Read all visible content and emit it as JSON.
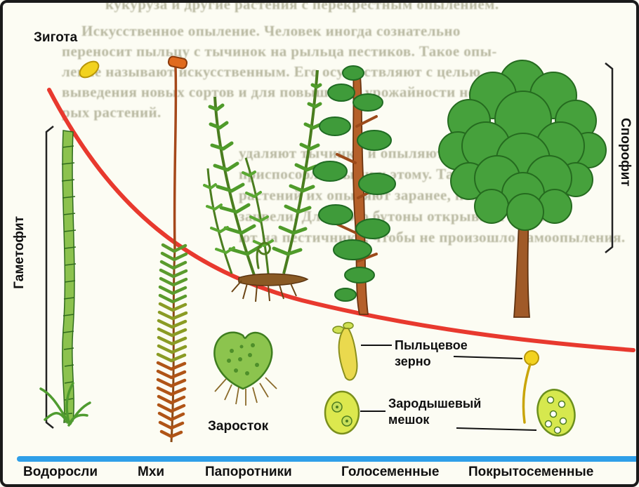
{
  "figure": {
    "zygote_label": "Зигота",
    "gametophyte_label": "Гаметофит",
    "sporophyte_label": "Спорофит",
    "prothallus_label": "Заросток",
    "pollen_label_line1": "Пыльцевое",
    "pollen_label_line2": "зерно",
    "embryo_label_line1": "Зародышевый",
    "embryo_label_line2": "мешок",
    "groups": [
      "Водоросли",
      "Мхи",
      "Папоротники",
      "Голосеменные",
      "Покрытосеменные"
    ],
    "colors": {
      "curve": "#e8392e",
      "baseline": "#2f9fe8",
      "plant_green": "#46a13c",
      "zygote_yellow": "#f2d21f"
    }
  },
  "background_text": {
    "l1": "кукуруза и другие растения с перекрёстным опылением.",
    "l2": "Искусственное опыление. Человек иногда сознательно",
    "l3": "переносит пыльцу с тычинок на рыльца пестиков. Такое опы-",
    "l4": "ление называют искусственным. Его осуществляют с целью",
    "l5": "выведения новых сортов и для повышения урожайности некото-",
    "l6": "рых растений.",
    "m1": "удаляют тычинки и опыляют рыльца пестиков или",
    "m2": "приспособленными к этому. Также У некоторых",
    "m3": "растений их опыляют заранее, пока они не",
    "m4": "зацвели. Для этого бутоны открывают и удаля-",
    "m5": "ют на пестичники, чтобы не произошло самоопыления."
  }
}
